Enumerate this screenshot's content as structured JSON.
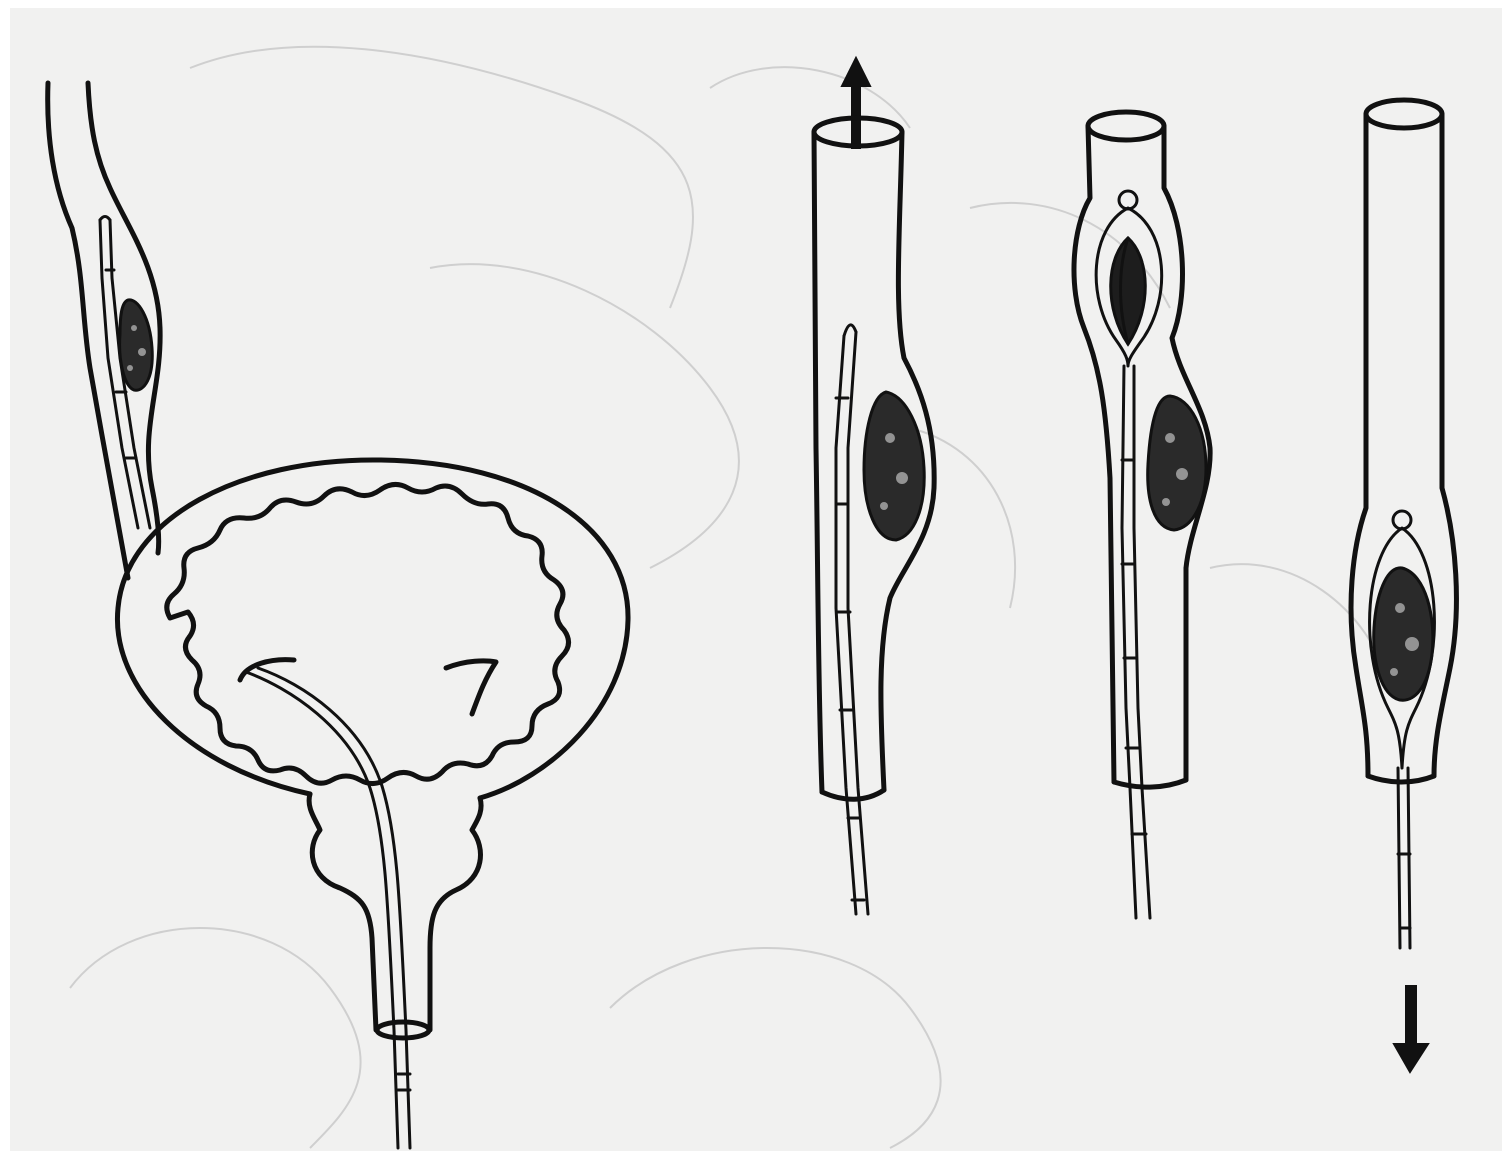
{
  "figure": {
    "panels": [
      {
        "name": "bladder-ureter-overview"
      },
      {
        "name": "stage-1-catheter-passing-stone"
      },
      {
        "name": "stage-2-basket-opened-above-stone"
      },
      {
        "name": "stage-3-stone-captured-withdrawn"
      }
    ],
    "arrows": [
      "up-arrow",
      "down-arrow"
    ],
    "colors": {
      "ink": "#111111",
      "paper": "#f1f1f0",
      "ghost": "#cfcfcf"
    }
  }
}
